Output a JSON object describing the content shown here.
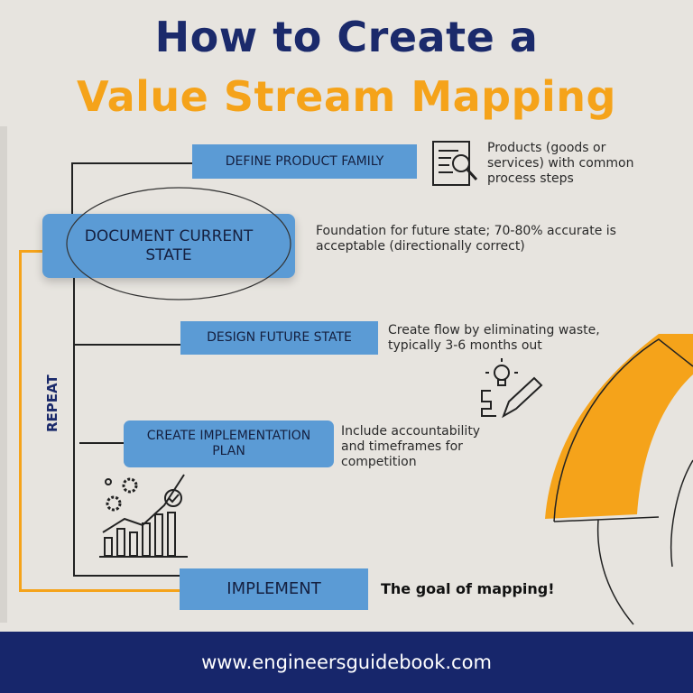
{
  "title": {
    "line1": "How to Create a",
    "line2": "Value Stream Mapping"
  },
  "colors": {
    "navy": "#1b2a6b",
    "orange": "#f5a31a",
    "box": "#5b9bd5",
    "background": "#e7e4df"
  },
  "steps": [
    {
      "label": "DEFINE PRODUCT FAMILY",
      "description": "Products (goods or services) with common process steps",
      "icon": "document-search-icon"
    },
    {
      "label": "DOCUMENT CURRENT STATE",
      "description": "Foundation for future state; 70-80% accurate is acceptable (directionally correct)"
    },
    {
      "label": "DESIGN FUTURE STATE",
      "description": "Create flow by eliminating waste, typically 3-6 months out",
      "icon": "lightbulb-pencil-icon"
    },
    {
      "label": "CREATE IMPLEMENTATION PLAN",
      "description": "Include accountability and timeframes for competition",
      "icon": "growth-chart-gears-icon"
    },
    {
      "label": "IMPLEMENT",
      "description": "The goal of mapping!"
    }
  ],
  "repeat_label": "REPEAT",
  "footer": {
    "url": "www.engineersguidebook.com"
  }
}
